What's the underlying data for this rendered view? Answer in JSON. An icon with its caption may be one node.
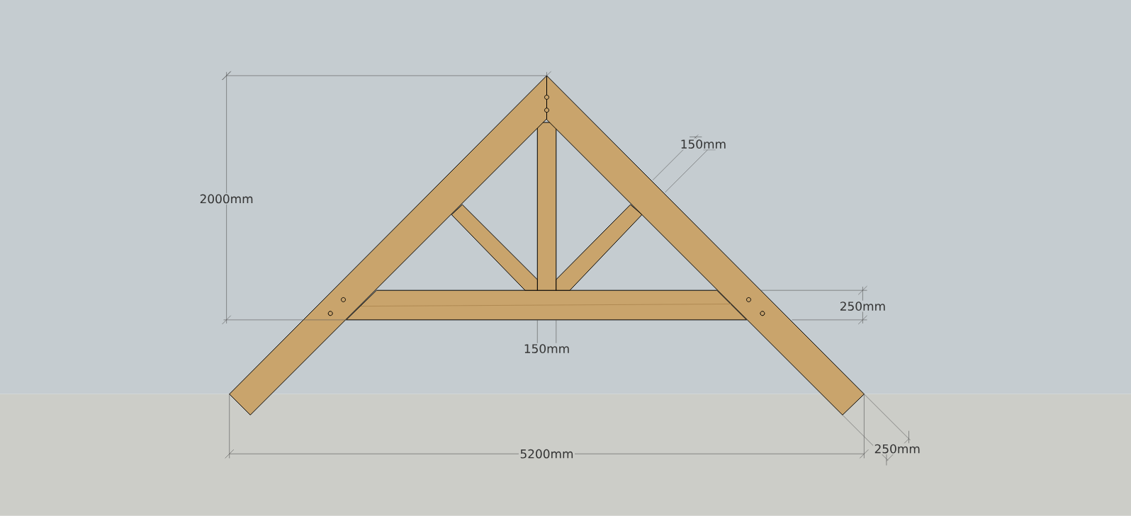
{
  "diagram": {
    "labels": [
      "150mm",
      "2000mm",
      "250mm",
      "150mm",
      "250mm",
      "5200mm"
    ]
  }
}
